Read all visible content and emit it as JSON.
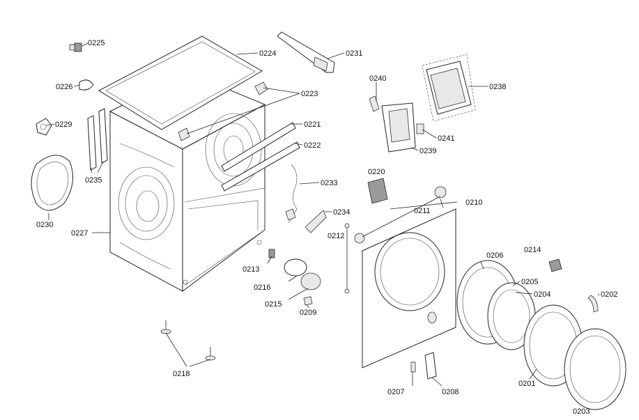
{
  "diagram": {
    "labels": {
      "p0225": "0225",
      "p0224": "0224",
      "p0231": "0231",
      "p0226": "0226",
      "p0223": "0223",
      "p0240": "0240",
      "p0238": "0238",
      "p0229": "0229",
      "p0221": "0221",
      "p0222": "0222",
      "p0241": "0241",
      "p0239": "0239",
      "p0235": "0235",
      "p0220": "0220",
      "p0233": "0233",
      "p0211": "0211",
      "p0210": "0210",
      "p0230": "0230",
      "p0234": "0234",
      "p0227": "0227",
      "p0212": "0212",
      "p0214": "0214",
      "p0206": "0206",
      "p0213": "0213",
      "p0205": "0205",
      "p0216": "0216",
      "p0204": "0204",
      "p0202": "0202",
      "p0215": "0215",
      "p0209": "0209",
      "p0218": "0218",
      "p0207": "0207",
      "p0208": "0208",
      "p0201": "0201",
      "p0203": "0203"
    }
  }
}
